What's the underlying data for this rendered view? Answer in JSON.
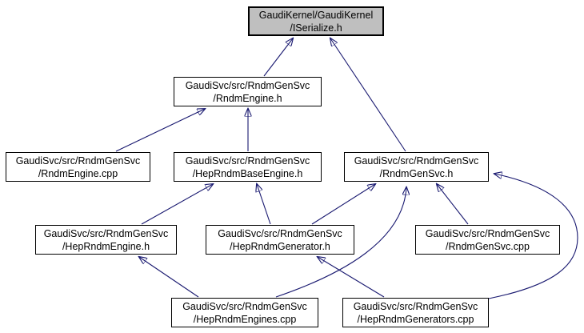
{
  "diagram": {
    "kind": "include-dependency-graph",
    "colors": {
      "edge": "#191970",
      "node_bg": "#ffffff",
      "node_border": "#000000",
      "root_bg": "#bfbfbf",
      "background": "#ffffff"
    },
    "nodes": [
      {
        "id": "iserialize-h",
        "line1": "GaudiKernel/GaudiKernel",
        "line2": "/ISerialize.h",
        "is_root": true
      },
      {
        "id": "rndmengine-h",
        "line1": "GaudiSvc/src/RndmGenSvc",
        "line2": "/RndmEngine.h"
      },
      {
        "id": "rndmengine-cpp",
        "line1": "GaudiSvc/src/RndmGenSvc",
        "line2": "/RndmEngine.cpp"
      },
      {
        "id": "heprndmbaseengine-h",
        "line1": "GaudiSvc/src/RndmGenSvc",
        "line2": "/HepRndmBaseEngine.h"
      },
      {
        "id": "rndmgensvc-h",
        "line1": "GaudiSvc/src/RndmGenSvc",
        "line2": "/RndmGenSvc.h"
      },
      {
        "id": "heprndmengine-h",
        "line1": "GaudiSvc/src/RndmGenSvc",
        "line2": "/HepRndmEngine.h"
      },
      {
        "id": "heprndmgenerator-h",
        "line1": "GaudiSvc/src/RndmGenSvc",
        "line2": "/HepRndmGenerator.h"
      },
      {
        "id": "rndmgensvc-cpp",
        "line1": "GaudiSvc/src/RndmGenSvc",
        "line2": "/RndmGenSvc.cpp"
      },
      {
        "id": "heprndmengines-cpp",
        "line1": "GaudiSvc/src/RndmGenSvc",
        "line2": "/HepRndmEngines.cpp"
      },
      {
        "id": "heprndmgenerators-cpp",
        "line1": "GaudiSvc/src/RndmGenSvc",
        "line2": "/HepRndmGenerators.cpp"
      }
    ],
    "edges": [
      {
        "from": "rndmengine-h",
        "to": "iserialize-h"
      },
      {
        "from": "rndmgensvc-h",
        "to": "iserialize-h"
      },
      {
        "from": "rndmengine-cpp",
        "to": "rndmengine-h"
      },
      {
        "from": "heprndmbaseengine-h",
        "to": "rndmengine-h"
      },
      {
        "from": "heprndmengine-h",
        "to": "heprndmbaseengine-h"
      },
      {
        "from": "heprndmgenerator-h",
        "to": "heprndmbaseengine-h"
      },
      {
        "from": "heprndmgenerator-h",
        "to": "rndmgensvc-h"
      },
      {
        "from": "rndmgensvc-cpp",
        "to": "rndmgensvc-h"
      },
      {
        "from": "heprndmengines-cpp",
        "to": "heprndmengine-h"
      },
      {
        "from": "heprndmengines-cpp",
        "to": "rndmgensvc-h"
      },
      {
        "from": "heprndmgenerators-cpp",
        "to": "heprndmgenerator-h"
      },
      {
        "from": "heprndmgenerators-cpp",
        "to": "rndmgensvc-h"
      }
    ]
  }
}
